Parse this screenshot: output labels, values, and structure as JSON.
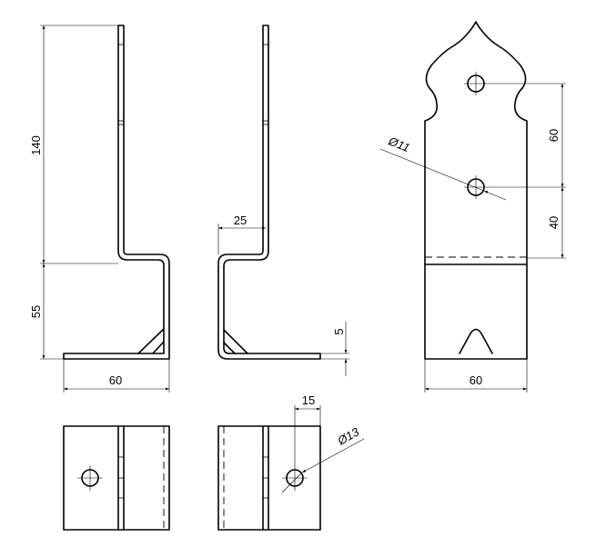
{
  "drawing": {
    "front_view": {
      "dim_height_upper": "140",
      "dim_height_lower": "55",
      "dim_width": "60"
    },
    "side_view": {
      "dim_offset": "25",
      "dim_thickness": "5"
    },
    "rear_view": {
      "dim_upper_spacing": "60",
      "dim_lower_spacing": "40",
      "dim_width": "60",
      "hole_diameter": "Ø11"
    },
    "bottom_view": {
      "dim_hole_offset": "15",
      "hole_diameter": "Ø13"
    }
  }
}
